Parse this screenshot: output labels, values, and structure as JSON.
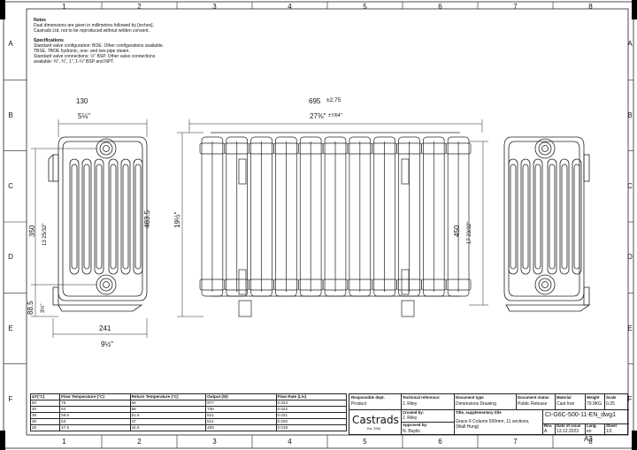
{
  "frame": {
    "columns": [
      "1",
      "2",
      "3",
      "4",
      "5",
      "6",
      "7",
      "8"
    ],
    "rows": [
      "A",
      "B",
      "C",
      "D",
      "E",
      "F"
    ]
  },
  "notes": {
    "title": "Notes",
    "lines": [
      "Dual dimensions are given in millimetres followed by [inches].",
      "Castrads Ltd, not to be reproduced without written consent."
    ],
    "spec_title": "Specifications",
    "spec_lines": [
      "Standard valve configuration: BOE. Other configurations available.",
      "TBSE, TBOE hydronic, one- and two-pipe steam.",
      "Standard valve connections: ½\" BSP. Other valve connections",
      "available: ⅜\", ¾\", 1\", 1-¼\" BSP and NPT."
    ]
  },
  "dims": {
    "depth_mm": "130",
    "depth_in": "5⅛\"",
    "width_mm": "695",
    "width_tol": "±2,75",
    "width_in": "27⅜\"",
    "width_in_tol": "±7/64\"",
    "height_mm": "483.5",
    "height_in": "19½\"",
    "centres_mm": "450",
    "centres_in": "17 23/32\"",
    "side_height_mm": "350",
    "side_height_in": "13 25/32\"",
    "foot_mm": "88.5",
    "foot_in": "3½\"",
    "bottom_mm": "241",
    "bottom_in": "9½\""
  },
  "flow_table": {
    "headers": [
      "ΔT(°C)",
      "Flow Temperature (°C)",
      "Return Temperature (°C)",
      "Output (W)",
      "Flow Rate (L/s)"
    ],
    "rows": [
      [
        "50",
        "75",
        "65",
        "977",
        "0.023"
      ],
      [
        "40",
        "64",
        "56",
        "736",
        "0.022"
      ],
      [
        "35",
        "58.5",
        "51.5",
        "621",
        "0.021"
      ],
      [
        "30",
        "53",
        "47",
        "511",
        "0.020"
      ],
      [
        "25",
        "47.5",
        "42.5",
        "405",
        "0.019"
      ]
    ]
  },
  "title_block": {
    "logo": "Castrads",
    "logo_sub": "Est. 2008",
    "responsible_dept_label": "Responsible dept.",
    "responsible_dept": "Product",
    "technical_ref_label": "Technical reference:",
    "technical_ref": "J. Riley",
    "created_by_label": "Created by:",
    "created_by": "J. Riley",
    "approved_by_label": "Approved by:",
    "approved_by": "N. Baylis",
    "doc_type_label": "Document type",
    "doc_type": "Dimensions Drawing",
    "doc_status_label": "Document status",
    "doc_status": "Public Release",
    "material_label": "Material",
    "material": "Cast Iron",
    "weight_label": "Weight",
    "weight": "79.9KG",
    "scale_label": "Scale",
    "scale": "0.25",
    "title_label": "Title, supplementary title",
    "title_line1": "Grace 6 Column 500mm, 11 sections,",
    "title_line2": "(Wall Hung)",
    "doc_number": "CI-G6C-500-11-EN_dwg1",
    "rev_label": "Rev.",
    "rev": "A",
    "date_label": "Date of issue",
    "date": "13.12.2023",
    "lang_label": "Lang.",
    "lang": "en",
    "sheet_label": "Sheet",
    "sheet": "1/1",
    "paper": "A3"
  }
}
